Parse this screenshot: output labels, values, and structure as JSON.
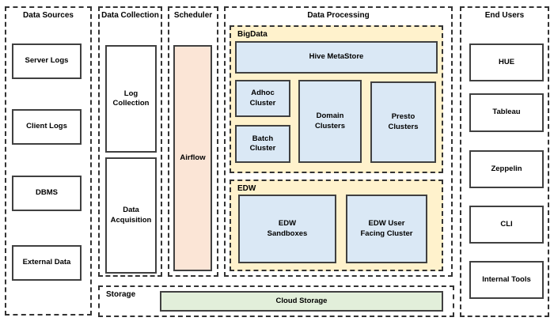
{
  "colors": {
    "airflow_fill": "#FBE5D6",
    "group_fill": "#FFF2CC",
    "cluster_fill": "#DAE8F5",
    "storage_fill": "#E2EFDA",
    "box_border": "#404040",
    "dashed_border": "#333333",
    "background": "#FFFFFF"
  },
  "data_sources": {
    "title": "Data Sources",
    "items": [
      "Server Logs",
      "Client Logs",
      "DBMS",
      "External Data"
    ]
  },
  "data_collection": {
    "title": "Data Collection",
    "items": [
      "Log Collection",
      "Data Acquisition"
    ]
  },
  "scheduler": {
    "title": "Scheduler",
    "items": [
      "Airflow"
    ]
  },
  "data_processing": {
    "title": "Data Processing",
    "bigdata": {
      "title": "BigData",
      "items": [
        "Hive MetaStore",
        "Adhoc Cluster",
        "Batch Cluster",
        "Domain Clusters",
        "Presto Clusters"
      ]
    },
    "edw": {
      "title": "EDW",
      "items": [
        "EDW Sandboxes",
        "EDW User Facing Cluster"
      ]
    }
  },
  "end_users": {
    "title": "End Users",
    "items": [
      "HUE",
      "Tableau",
      "Zeppelin",
      "CLI",
      "Internal Tools"
    ]
  },
  "storage": {
    "title": "Storage",
    "items": [
      "Cloud Storage"
    ]
  }
}
